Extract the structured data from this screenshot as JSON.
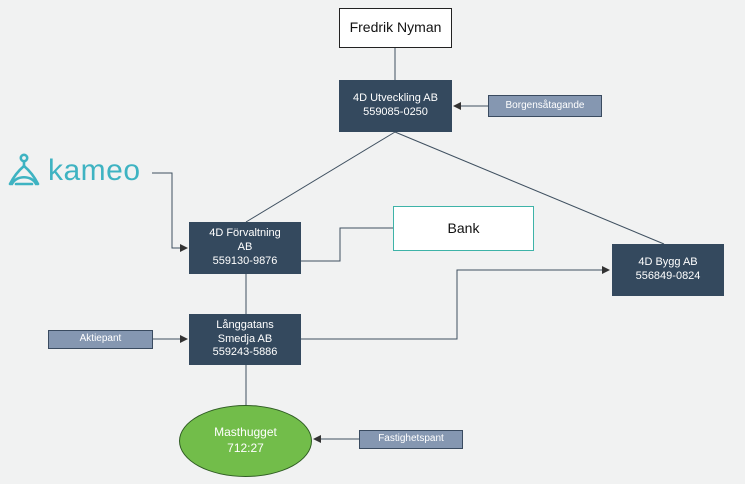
{
  "nodes": {
    "owner": {
      "label": "Fredrik Nyman"
    },
    "utveckling": {
      "line1": "4D Utveckling AB",
      "line2": "559085-0250"
    },
    "forvaltning": {
      "line1": "4D Förvaltning",
      "line2": "AB",
      "line3": "559130-9876"
    },
    "bank": {
      "label": "Bank"
    },
    "bygg": {
      "line1": "4D Bygg AB",
      "line2": "556849-0824"
    },
    "smedja": {
      "line1": "Långgatans",
      "line2": "Smedja AB",
      "line3": "559243-5886"
    },
    "property": {
      "line1": "Masthugget",
      "line2": "712:27"
    }
  },
  "tags": {
    "guarantee": "Borgensåtagande",
    "share_pledge": "Aktiepant",
    "property_pledge": "Fastighetspant"
  },
  "logo": {
    "text": "kameo",
    "color": "#3eb3c2"
  },
  "colors": {
    "company": "#34495e",
    "tag": "#8597b1",
    "property": "#72bd4a",
    "bank_border": "#3eb3a8",
    "background": "#f1f2f2"
  }
}
